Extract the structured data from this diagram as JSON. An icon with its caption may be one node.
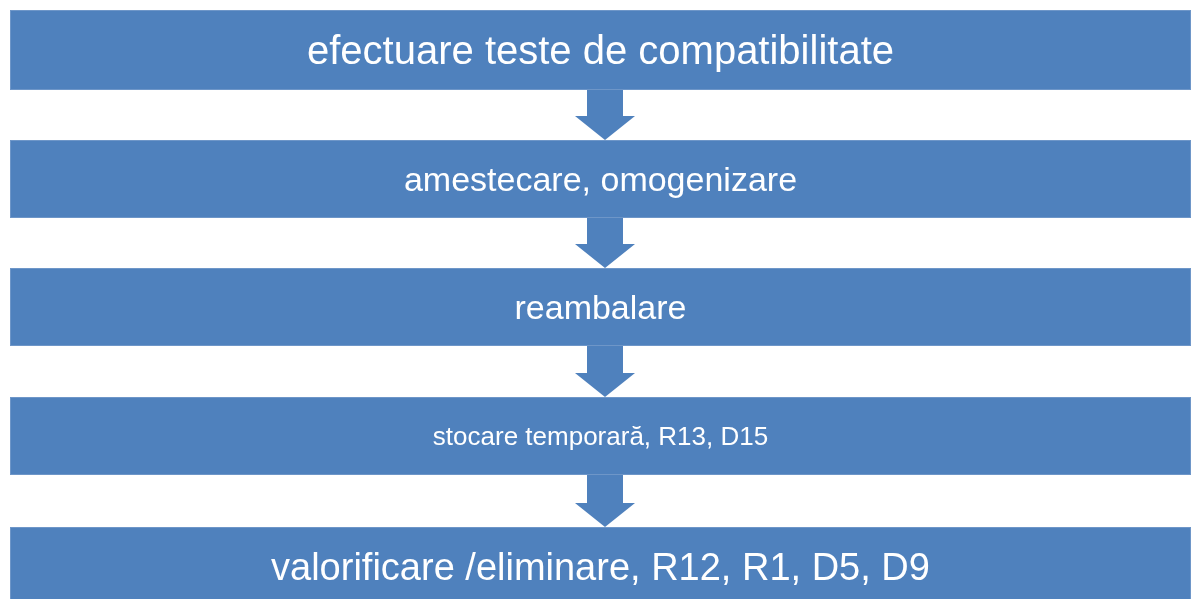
{
  "diagram": {
    "nodes": [
      {
        "text": [
          "efectuare teste de compatibilitate"
        ]
      },
      {
        "text": [
          "amestecare, omogenizare"
        ]
      },
      {
        "text": [
          "reambalare"
        ]
      },
      {
        "text": [
          "stocare temporară, R13, D15"
        ]
      },
      {
        "text": [
          "valorificare /eliminare, R12, R1, D5, D9"
        ]
      }
    ],
    "edges": [
      {
        "from": 0,
        "to": 1,
        "arrow": "to"
      },
      {
        "from": 1,
        "to": 2,
        "arrow": "to"
      },
      {
        "from": 2,
        "to": 3,
        "arrow": "to"
      },
      {
        "from": 3,
        "to": 4,
        "arrow": "to"
      }
    ]
  }
}
